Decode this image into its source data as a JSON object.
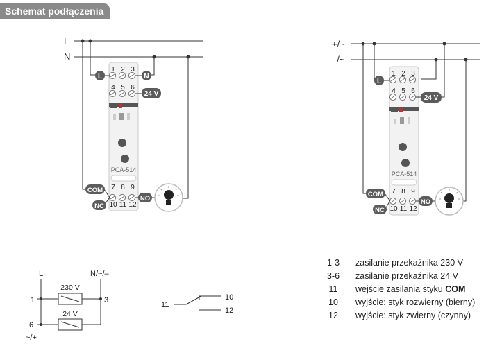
{
  "title": "Schemat podłączenia",
  "left_diagram": {
    "line_L": "L",
    "line_N": "N",
    "terminal_L": "L",
    "terminal_N": "N",
    "terminal_24V": "24 V",
    "terminal_COM": "COM",
    "terminal_NC": "NC",
    "terminal_NO": "NO",
    "top_nums_row1": [
      "1",
      "2",
      "3"
    ],
    "top_nums_row2": [
      "4",
      "5",
      "6"
    ],
    "bottom_nums_row1": [
      "7",
      "8",
      "9"
    ],
    "bottom_nums_row2": [
      "10",
      "11",
      "12"
    ],
    "device_label": "PCA-514"
  },
  "right_diagram": {
    "line_plus": "+/~",
    "line_minus": "–/~",
    "terminal_L": "L",
    "terminal_24V": "24 V",
    "terminal_COM": "COM",
    "terminal_NC": "NC",
    "terminal_NO": "NO",
    "top_nums_row1": [
      "1",
      "2",
      "3"
    ],
    "top_nums_row2": [
      "4",
      "5",
      "6"
    ],
    "bottom_nums_row1": [
      "7",
      "8",
      "9"
    ],
    "bottom_nums_row2": [
      "10",
      "11",
      "12"
    ],
    "device_label": "PCA-514"
  },
  "supply_schematic": {
    "label_L": "L",
    "label_N": "N/~/–",
    "label_1": "1",
    "label_3": "3",
    "label_6": "6",
    "label_plus": "~/+",
    "coil_230": "230 V",
    "coil_24": "24 V"
  },
  "contact_schematic": {
    "label_11": "11",
    "label_10": "10",
    "label_12": "12"
  },
  "legend": [
    {
      "code": "1-3",
      "desc": "zasilanie przekaźnika 230 V"
    },
    {
      "code": "3-6",
      "desc": "zasilanie przekaźnika 24 V"
    },
    {
      "code": "11",
      "desc": "wejście zasilania styku ",
      "bold": "COM"
    },
    {
      "code": "10",
      "desc": "wyjście: styk rozwierny (bierny)"
    },
    {
      "code": "12",
      "desc": "wyjście: styk zwierny (czynny)"
    }
  ],
  "colors": {
    "badge": "#5c5c5c",
    "wire": "#333333",
    "device_body": "#f2f2f2",
    "device_border": "#c8c8c8",
    "title_tab": "#8a8a8a"
  }
}
